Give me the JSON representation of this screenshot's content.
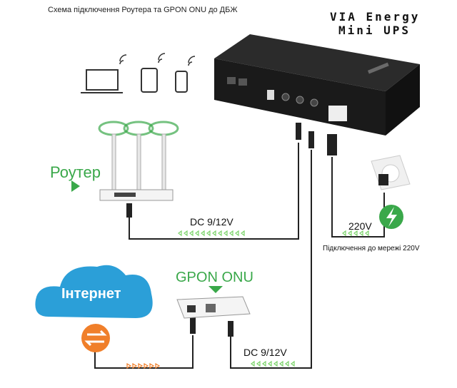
{
  "title": "Схема підключення Роутера та GPON ONU до ДБЖ",
  "brand": {
    "line1": "VIA Energy",
    "line2": "Mini UPS"
  },
  "router": {
    "label": "Роутер"
  },
  "dc_router": {
    "label": "DC 9/12V"
  },
  "mains": {
    "voltage": "220V",
    "label": "Підключення до мережі 220V"
  },
  "onu": {
    "label": "GPON ONU"
  },
  "dc_onu": {
    "label": "DC 9/12V"
  },
  "internet": {
    "label": "Інтернет"
  },
  "colors": {
    "accent_green": "#3aa84a",
    "cloud_blue": "#2b9fd8",
    "cable": "#222222",
    "arrow_green": "#7bd36a",
    "arrow_orange": "#f07f2a"
  },
  "icons": [
    "laptop-icon",
    "tablet-icon",
    "phone-icon",
    "wifi-icon",
    "lightning-icon",
    "exchange-icon",
    "power-socket-icon"
  ]
}
